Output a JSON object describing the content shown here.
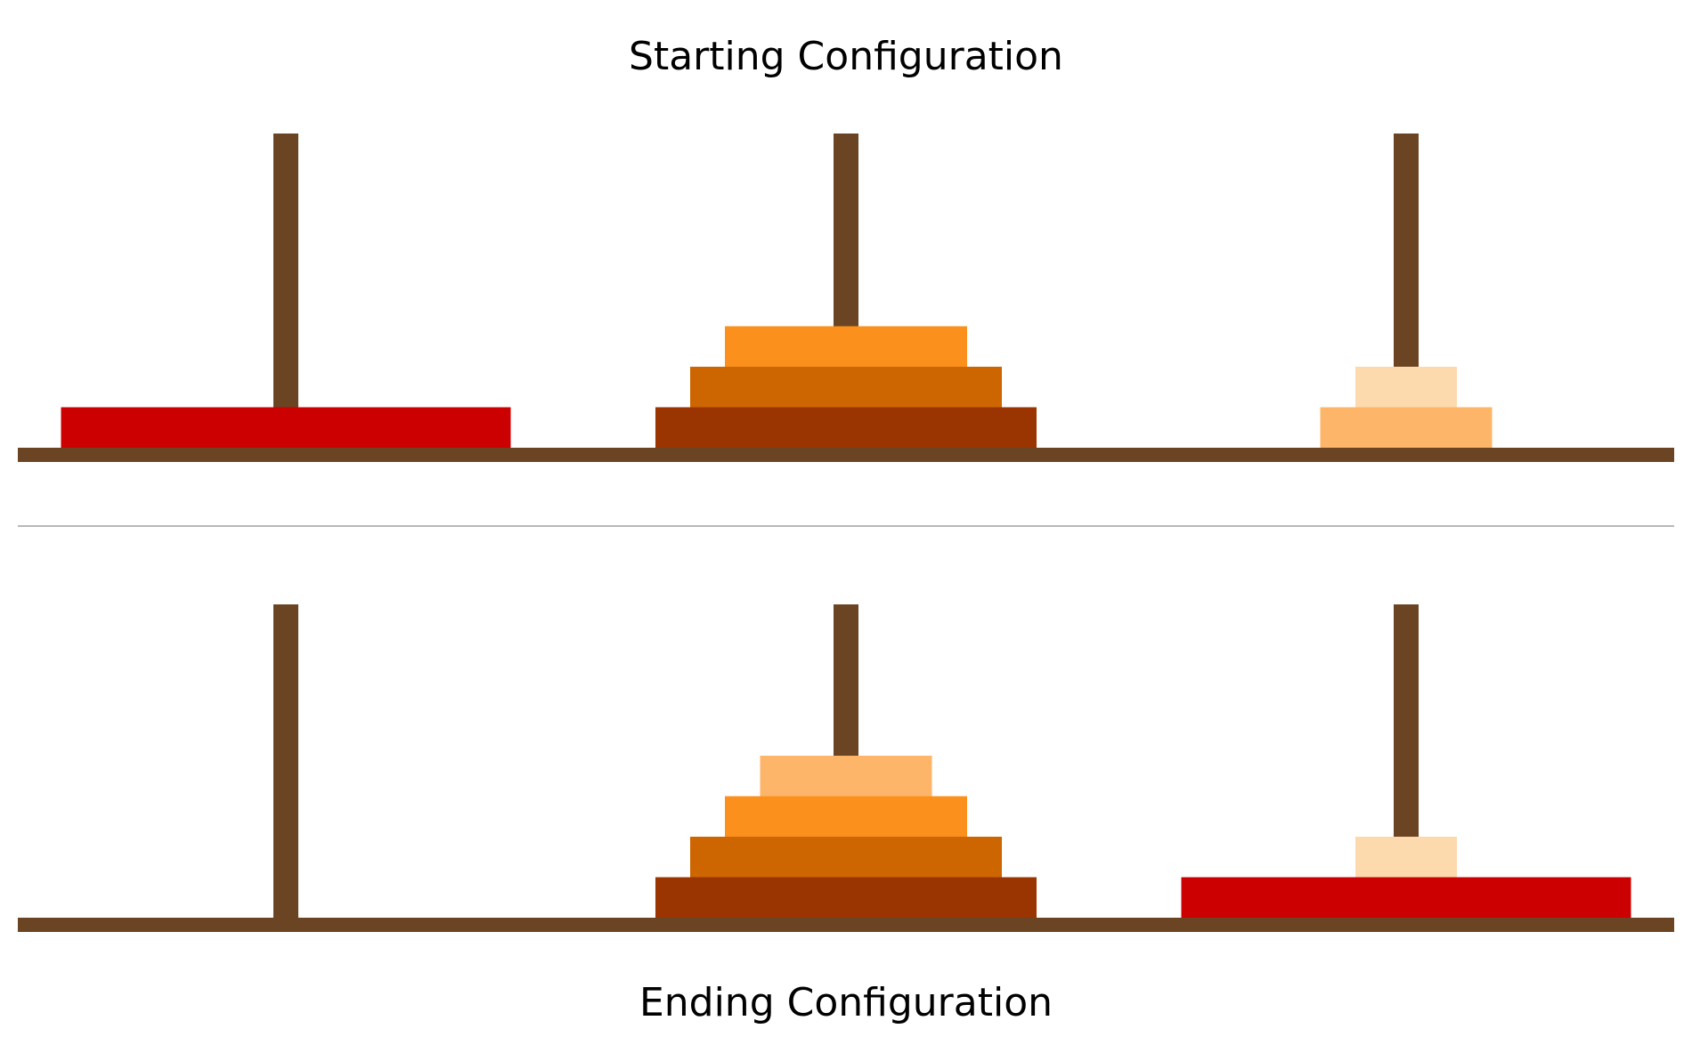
{
  "title_top": "Starting Configuration",
  "title_bottom": "Ending Configuration",
  "colors": {
    "background": "#ffffff",
    "wood": "#6b4423",
    "divider": "#a0a0a0",
    "disk_size_1": "#fdd9ae",
    "disk_size_2": "#fdb56a",
    "disk_size_3": "#fb911c",
    "disk_size_4": "#cd6601",
    "disk_size_5": "#9a3501",
    "disk_size_6": "#cc0000"
  },
  "peg_count": 3,
  "configurations": [
    {
      "name": "starting",
      "pegs": [
        {
          "disks_bottom_to_top": [
            6
          ]
        },
        {
          "disks_bottom_to_top": [
            5,
            4,
            3
          ]
        },
        {
          "disks_bottom_to_top": [
            2,
            1
          ]
        }
      ]
    },
    {
      "name": "ending",
      "pegs": [
        {
          "disks_bottom_to_top": []
        },
        {
          "disks_bottom_to_top": [
            5,
            4,
            3,
            2
          ]
        },
        {
          "disks_bottom_to_top": [
            6,
            1
          ]
        }
      ]
    }
  ]
}
